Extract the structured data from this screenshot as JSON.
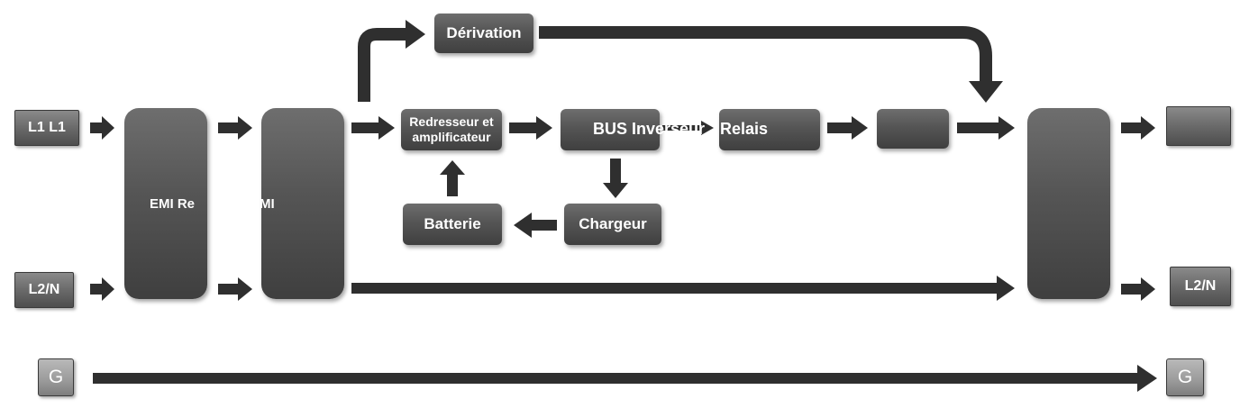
{
  "terminals": {
    "in_l1": "L1 L1",
    "in_l2n": "L2/N",
    "in_g": "G",
    "out_l1": "",
    "out_l2n": "L2/N",
    "out_g": "G"
  },
  "blocks": {
    "emi_left": "EMI Re",
    "emi_right": "MI",
    "rectifier_line1": "Redresseur et",
    "rectifier_line2": "amplificateur",
    "bus_inverter": "BUS Inverseur",
    "relay": "Relais",
    "bypass": "Dérivation",
    "charger": "Chargeur",
    "battery": "Batterie",
    "small_box": "",
    "output_block": ""
  },
  "colors": {
    "box": "#555555",
    "arrow": "#2f2f2f",
    "text": "#ffffff"
  }
}
